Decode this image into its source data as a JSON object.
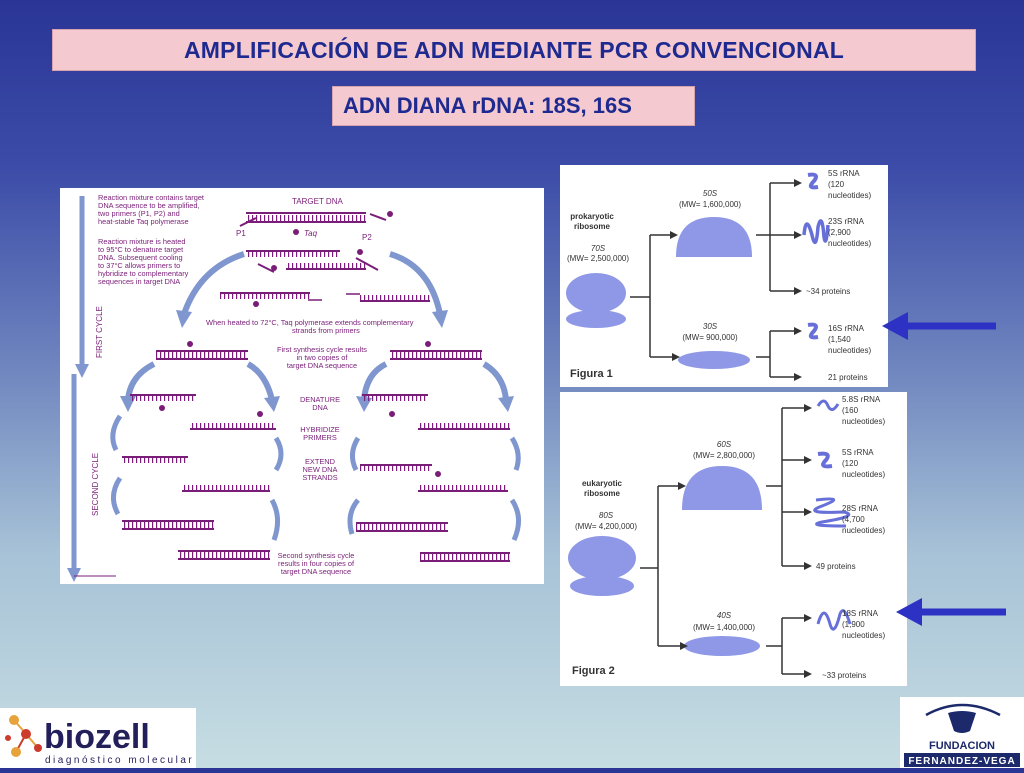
{
  "header": {
    "title": "AMPLIFICACIÓN DE ADN MEDIANTE PCR CONVENCIONAL",
    "subtitle": "ADN DIANA rDNA: 18S, 16S"
  },
  "pcr": {
    "steps": [
      "Reaction mixture contains target",
      "DNA sequence to be amplified,",
      "two primers (P1, P2) and",
      "heat-stable Taq polymerase",
      "Reaction mixture is heated",
      "to 95°C to denature target",
      "DNA.  Subsequent cooling",
      "to 37°C allows primers to",
      "hybridize to complementary",
      "sequences in target DNA"
    ],
    "target_dna": "TARGET DNA",
    "p1": "P1",
    "p2": "P2",
    "taq": "Taq",
    "heated": [
      "When heated to 72°C, Taq polymerase extends complementary",
      "strands from primers"
    ],
    "first_cycle_label": "FIRST CYCLE",
    "second_cycle_label": "SECOND CYCLE",
    "first_result": [
      "First synthesis cycle results",
      "in two copies of",
      "target DNA sequence"
    ],
    "denature": [
      "DENATURE",
      "DNA"
    ],
    "hybridize": [
      "HYBRIDIZE",
      "PRIMERS"
    ],
    "extend": [
      "EXTEND",
      "NEW DNA",
      "STRANDS"
    ],
    "second_result": [
      "Second synthesis cycle",
      "results in four copies of",
      "target DNA sequence"
    ]
  },
  "fig1": {
    "organism": [
      "prokaryotic",
      "ribosome"
    ],
    "whole": [
      "70S",
      "(MW= 2,500,000)"
    ],
    "large": [
      "50S",
      "(MW= 1,600,000)"
    ],
    "small": [
      "30S",
      "(MW= 900,000)"
    ],
    "r5s": [
      "5S rRNA",
      "(120",
      "nucleotides)"
    ],
    "r23s": [
      "23S rRNA",
      "(2,900",
      "nucleotides)"
    ],
    "p_large": "~34 proteins",
    "r16s": [
      "16S rRNA",
      "(1,540",
      "nucleotides)"
    ],
    "p_small": "21 proteins",
    "caption": "Figura 1"
  },
  "fig2": {
    "organism": [
      "eukaryotic",
      "ribosome"
    ],
    "whole": [
      "80S",
      "(MW= 4,200,000)"
    ],
    "large": [
      "60S",
      "(MW= 2,800,000)"
    ],
    "small": [
      "40S",
      "(MW= 1,400,000)"
    ],
    "r58s": [
      "5.8S rRNA",
      "(160",
      "nucleotides)"
    ],
    "r5s": [
      "5S rRNA",
      "(120",
      "nucleotides)"
    ],
    "r28s": [
      "28S rRNA",
      "(4,700",
      "nucleotides)"
    ],
    "p_large": "49 proteins",
    "r18s": [
      "18S rRNA",
      "(1,900",
      "nucleotides)"
    ],
    "p_small": "~33 proteins",
    "caption": "Figura 2"
  },
  "logos": {
    "biozell": "biozell",
    "biozell_tag": "diagnóstico molecular",
    "fund_1": "FUNDACION",
    "fund_2": "FERNANDEZ-VEGA"
  },
  "colors": {
    "title_text": "#1e2a8f",
    "box": "#f4c9cf",
    "pcr_purple": "#7a1d78",
    "pcr_arrow": "#7f96cf",
    "ribosome": "#8e98e6",
    "pointer": "#2d31c4"
  }
}
